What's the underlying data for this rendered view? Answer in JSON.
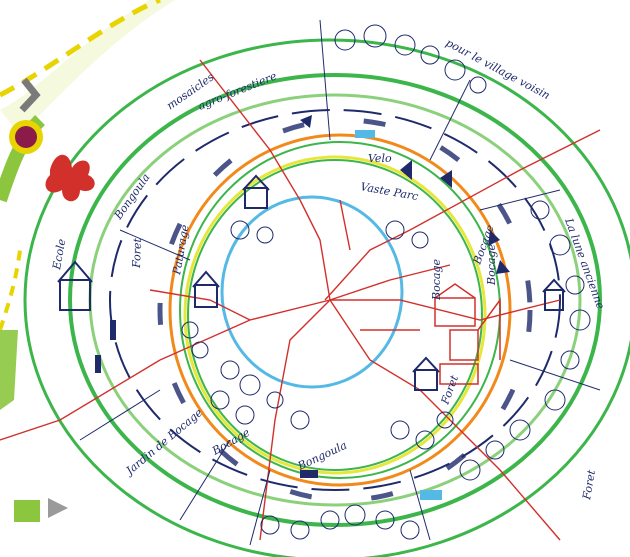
{
  "labels": {
    "ring_outer_1": "pour le village voisin",
    "ring_outer_2": "mosaicles",
    "ring_outer_3": "agro-forestiere",
    "ring_outer_4": "Bocage",
    "ring_outer_5": "Bocage",
    "ring_outer_6": "Paturage",
    "ring_outer_7": "Foret",
    "ring_outer_8": "Jardin de Bocage",
    "ring_outer_9": "Bocage",
    "ring_outer_10": "Foret",
    "ring_outer_11": "Ecole",
    "ring_outer_12": "La lune ancienne",
    "ring_outer_13": "Foret",
    "ring_outer_14": "Bongoula",
    "ring_inner_1": "Velo",
    "ring_inner_2": "Vaste Parc",
    "ring_inner_3": "Bongoula",
    "ring_inner_4": "Bocage"
  },
  "colors": {
    "green_ring": "#3cb54a",
    "light_green_ring": "#8bd17c",
    "orange_ring": "#f28a1b",
    "blue_ring": "#55b9e6",
    "yellow_ring": "#e6e63b",
    "red_paths": "#d2302b",
    "ink_blue": "#1f2a6b",
    "deco_yellow": "#e7d400",
    "deco_green": "#8cc63f",
    "deco_magenta": "#8b1c4a"
  },
  "icons": {
    "tree": "tree-icon",
    "house": "house-icon",
    "flower": "flower-icon",
    "corner_badge": "green-shape-icon"
  }
}
